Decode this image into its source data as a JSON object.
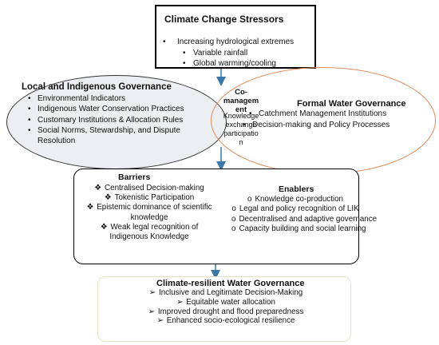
{
  "stressors": {
    "title": "Climate Change Stressors",
    "items": [
      {
        "level": 1,
        "bullet": "•",
        "text": "Increasing hydrological extremes"
      },
      {
        "level": 2,
        "bullet": "•",
        "text": "Variable rainfall"
      },
      {
        "level": 2,
        "bullet": "•",
        "text": "Global warming/cooling"
      }
    ]
  },
  "local_governance": {
    "title": "Local and Indigenous Governance",
    "items": [
      "Environmental Indicators",
      "Indigenous Water Conservation Practices",
      "Customary Institutions & Allocation Rules",
      "Social Norms, Stewardship, and Dispute Resolution"
    ]
  },
  "formal_governance": {
    "title": "Formal Water Governance",
    "items": [
      "Catchment Management Institutions",
      "Decision-making and Policy Processes"
    ]
  },
  "overlap": {
    "title_lines": [
      "Co-",
      "managem",
      "ent"
    ],
    "sub_lines": [
      "Knowledge",
      "exchange",
      "participatio",
      "n"
    ]
  },
  "barriers": {
    "title": "Barriers",
    "bullet": "❖",
    "items": [
      "Centralised Decision-making",
      "Tokenistic Participation",
      "Epistemic dominance of scientific knowledge",
      "Weak legal recognition of Indigenous Knowledge"
    ]
  },
  "enablers": {
    "title": "Enablers",
    "bullet": "o",
    "items": [
      "Knowledge co-production",
      "Legal and policy recognition of LIK",
      "Decentralised and adaptive governance",
      "Capacity building and social learning"
    ]
  },
  "outcome": {
    "title": "Climate-resilient Water Governance",
    "bullet": "➢",
    "items": [
      "Inclusive and Legitimate Decision-Making",
      "Equitable water allocation",
      "Improved drought and flood preparedness",
      "Enhanced socio-ecological resilience"
    ]
  },
  "colors": {
    "arrow": "#3a78a8",
    "formal_border": "#e08a5a",
    "local_fill": "#eceef1"
  }
}
